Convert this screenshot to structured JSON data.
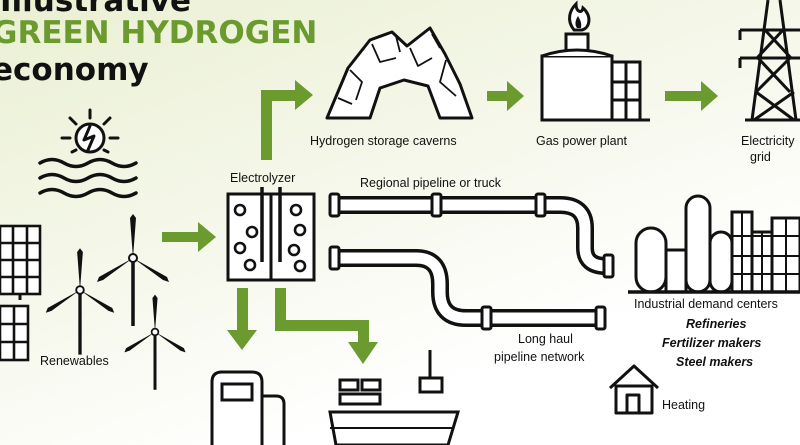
{
  "colors": {
    "accent": "#6b9a2f",
    "ink": "#111111"
  },
  "title": {
    "line1": "Illustrative",
    "line2": "GREEN HYDROGEN",
    "line3": "economy"
  },
  "labels": {
    "renewables": "Renewables",
    "electrolyzer": "Electrolyzer",
    "storage": "Hydrogen storage caverns",
    "gas_plant": "Gas power plant",
    "grid_line1": "Electricity",
    "grid_line2": "grid",
    "regional": "Regional pipeline or truck",
    "long_haul_line1": "Long haul",
    "long_haul_line2": "pipeline network",
    "industrial": "Industrial demand centers",
    "refineries": "Refineries",
    "fertilizer": "Fertilizer makers",
    "steel": "Steel makers",
    "heating": "Heating"
  },
  "icons": [
    "sun-icon",
    "waves-icon",
    "solar-panel-icon",
    "wind-turbine-icon",
    "electrolyzer-icon",
    "cavern-icon",
    "gas-plant-icon",
    "pylon-icon",
    "pipeline-icon",
    "factory-icon",
    "house-icon",
    "fuel-pump-icon",
    "ship-icon",
    "arrow-icon"
  ]
}
